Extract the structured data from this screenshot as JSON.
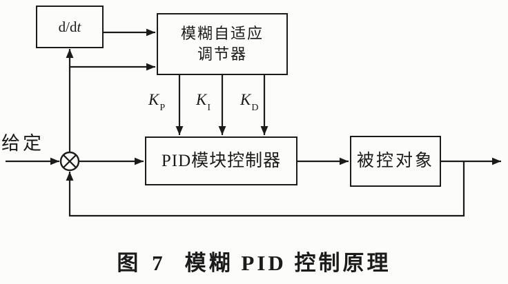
{
  "diagram": {
    "background_color": "#fcfcfa",
    "ink_color": "#1b1b1b",
    "blocks": {
      "ddt": {
        "prefix": "d/d",
        "variable": "t"
      },
      "fuzzy": {
        "line1": "模糊自适应",
        "line2": "调节器"
      },
      "pid": {
        "label": "PID模块控制器"
      },
      "plant": {
        "label": "被控对象"
      }
    },
    "labels": {
      "setpoint": "给定",
      "gains": [
        {
          "symbol": "K",
          "subscript": "P"
        },
        {
          "symbol": "K",
          "subscript": "I"
        },
        {
          "symbol": "K",
          "subscript": "D"
        }
      ]
    }
  },
  "caption": {
    "figure_label": "图 7",
    "title": "模糊 PID 控制原理"
  }
}
